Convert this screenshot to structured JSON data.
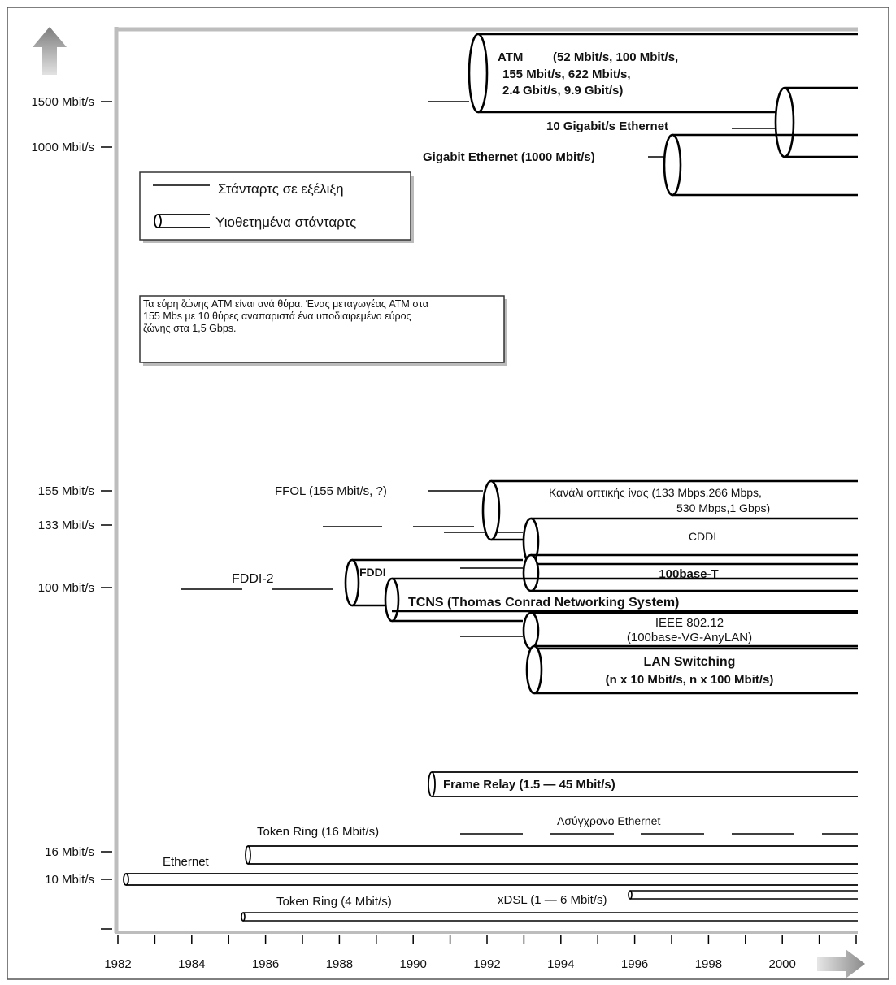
{
  "y_axis": {
    "labels": [
      "1500 Mbit/s",
      "1000 Mbit/s",
      "155 Mbit/s",
      "133 Mbit/s",
      "100 Mbit/s",
      "16 Mbit/s",
      "10 Mbit/s"
    ]
  },
  "x_axis": {
    "years": [
      "1982",
      "1984",
      "1986",
      "1988",
      "1990",
      "1992",
      "1994",
      "1996",
      "1998",
      "2000"
    ]
  },
  "legend": {
    "evolving": "Στάνταρτς σε εξέλιξη",
    "adopted": "Υιοθετημένα στάνταρτς"
  },
  "note": {
    "lines": [
      "Τα εύρη ζώνης ATM είναι ανά θύρα. Ένας μεταγωγέας ATM στα",
      "155 Mbs με 10 θύρες αναπαριστά ένα υποδιαιρεμένο εύρος",
      "ζώνης στα 1,5 Gbps."
    ]
  },
  "standards": {
    "atm": {
      "label": "ATM",
      "rates": [
        "(52 Mbit/s, 100 Mbit/s,",
        "155 Mbit/s, 622 Mbit/s,",
        "2.4 Gbit/s, 9.9 Gbit/s)"
      ]
    },
    "ten_gigabit": "10 Gigabit/s Ethernet",
    "gigabit": "Gigabit Ethernet  (1000 Mbit/s)",
    "fiber_channel": [
      "Κανάλι οπτικής ίνας (133 Mbps,266 Mbps,",
      "530 Mbps,1 Gbps)"
    ],
    "ffol": "FFOL (155 Mbit/s, ?)",
    "cddi": "CDDI",
    "base100t": "100base-T",
    "fddi": "FDDI",
    "fddi2": "FDDI-2",
    "tcns": "TCNS (Thomas Conrad Networking System)",
    "ieee": [
      "IEEE 802.12",
      "(100base-VG-AnyLAN)"
    ],
    "lan_switching": [
      "LAN Switching",
      "(n x 10 Mbit/s, n x 100 Mbit/s)"
    ],
    "frame_relay": "Frame Relay (1.5 — 45 Mbit/s)",
    "async_ethernet": "Ασύγχρονο Ethernet",
    "token_ring_16": "Token Ring (16 Mbit/s)",
    "ethernet": "Ethernet",
    "xdsl": "xDSL (1 — 6 Mbit/s)",
    "token_ring_4": "Token Ring (4 Mbit/s)"
  },
  "icons": {
    "up_arrow": "up-arrow-icon",
    "right_arrow": "right-arrow-icon"
  },
  "colors": {
    "frame": "#bdbdbd",
    "arrow": "#9e9e9e",
    "line": "#000000"
  }
}
